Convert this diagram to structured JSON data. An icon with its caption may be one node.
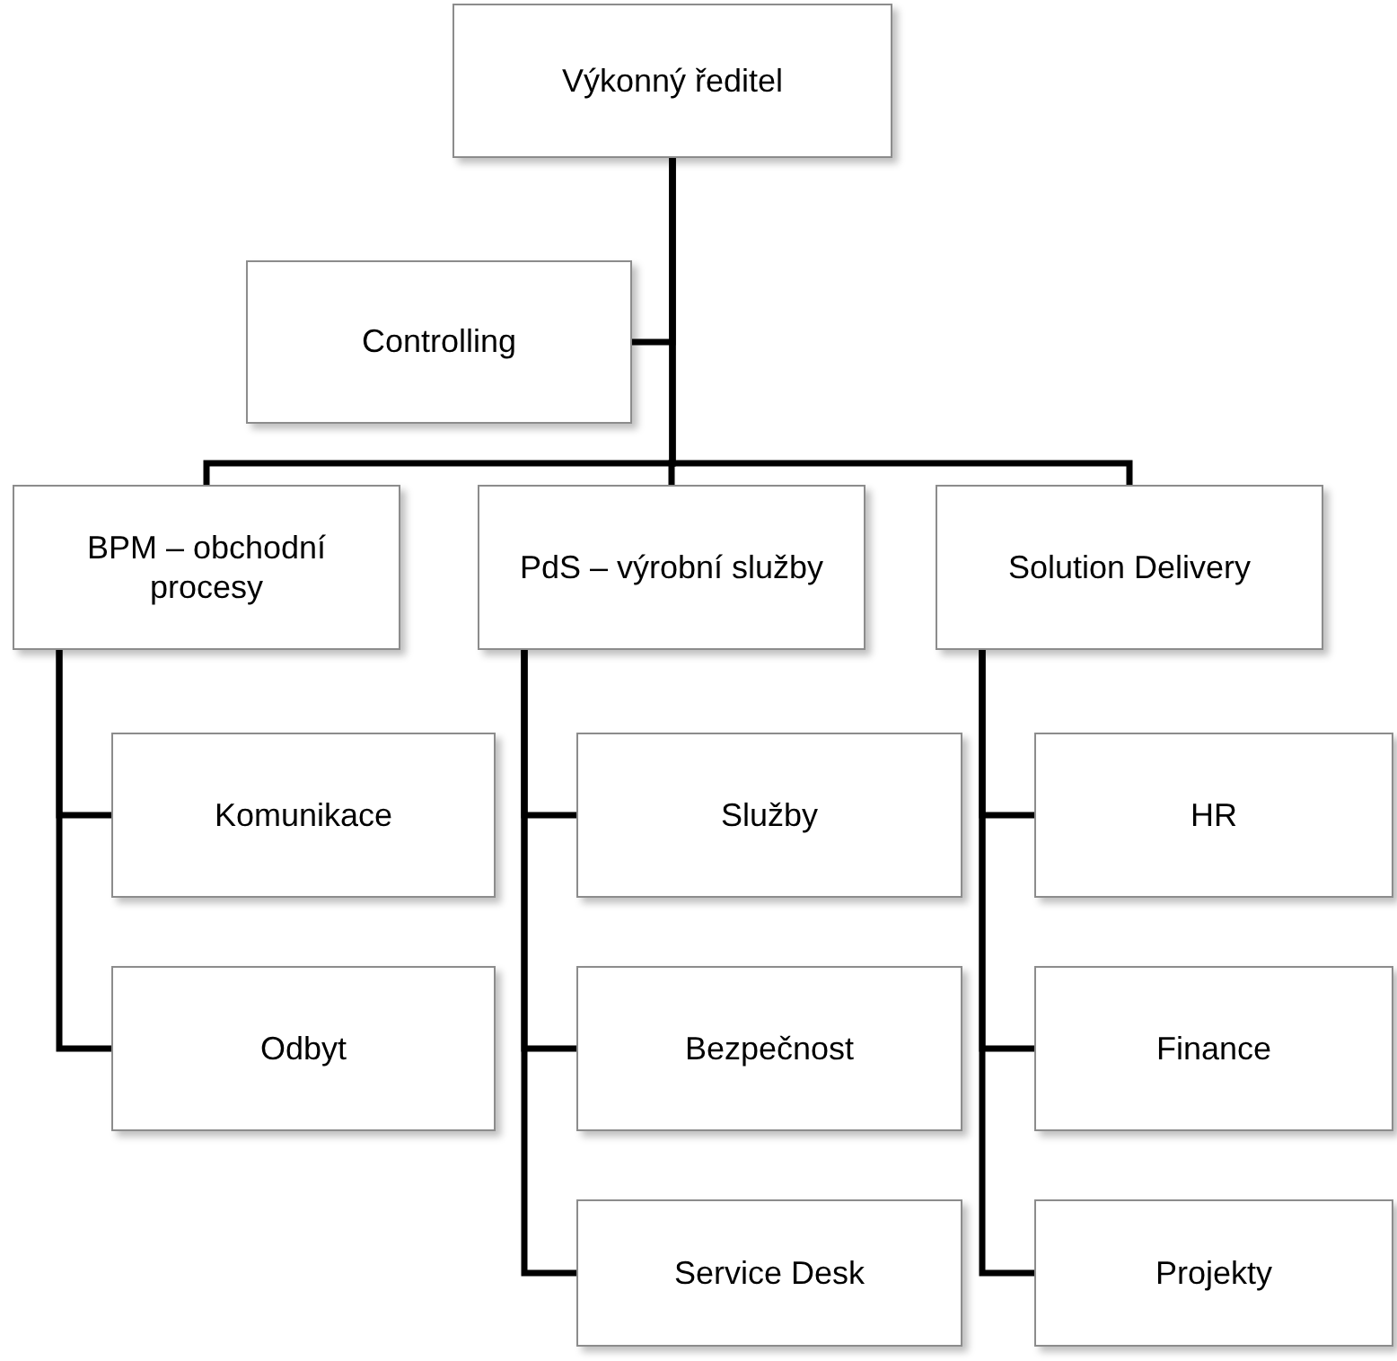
{
  "diagram": {
    "nodes": [
      {
        "text": [
          "Výkonný ředitel"
        ]
      },
      {
        "text": [
          "Controlling"
        ]
      },
      {
        "text": [
          "BPM – obchodní procesy"
        ]
      },
      {
        "text": [
          "PdS – výrobní služby"
        ]
      },
      {
        "text": [
          "Solution Delivery"
        ]
      },
      {
        "text": [
          "Komunikace"
        ]
      },
      {
        "text": [
          "Odbyt"
        ]
      },
      {
        "text": [
          "Služby"
        ]
      },
      {
        "text": [
          "Bezpečnost"
        ]
      },
      {
        "text": [
          "Service Desk"
        ]
      },
      {
        "text": [
          "HR"
        ]
      },
      {
        "text": [
          "Finance"
        ]
      },
      {
        "text": [
          "Projekty"
        ]
      }
    ],
    "edges": [
      {
        "from": 0,
        "to": 1,
        "arrow": "none"
      },
      {
        "from": 0,
        "to": 2,
        "arrow": "none"
      },
      {
        "from": 0,
        "to": 3,
        "arrow": "none"
      },
      {
        "from": 0,
        "to": 4,
        "arrow": "none"
      },
      {
        "from": 2,
        "to": 5,
        "arrow": "none"
      },
      {
        "from": 2,
        "to": 6,
        "arrow": "none"
      },
      {
        "from": 3,
        "to": 7,
        "arrow": "none"
      },
      {
        "from": 3,
        "to": 8,
        "arrow": "none"
      },
      {
        "from": 3,
        "to": 9,
        "arrow": "none"
      },
      {
        "from": 4,
        "to": 10,
        "arrow": "none"
      },
      {
        "from": 4,
        "to": 11,
        "arrow": "none"
      },
      {
        "from": 4,
        "to": 12,
        "arrow": "none"
      }
    ]
  }
}
